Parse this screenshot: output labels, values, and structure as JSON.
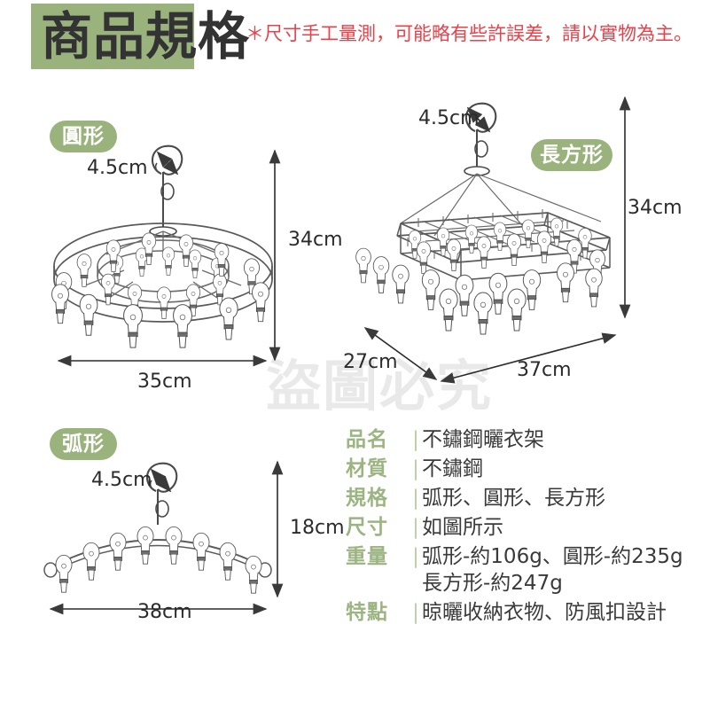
{
  "header": {
    "title": "商品規格",
    "note": "＊尺寸手工量測，可能略有些許誤差，請以實物為主。",
    "band_color": "#9ab37d",
    "note_color": "#e8414a"
  },
  "watermark": {
    "text": "盜圖必究",
    "color": "#e9e9e9"
  },
  "badges": {
    "circle": "圓形",
    "rectangle": "長方形",
    "arc": "弧形",
    "color": "#9ab37d",
    "text_color": "#ffffff"
  },
  "diagrams": [
    {
      "id": "circle",
      "shape_label": "圓形",
      "hook_diameter": "4.5cm",
      "height": "34cm",
      "width": "35cm",
      "clip_count": 20
    },
    {
      "id": "rectangle",
      "shape_label": "長方形",
      "hook_diameter": "4.5cm",
      "height": "34cm",
      "width": "37cm",
      "depth": "27cm",
      "clip_count": 32
    },
    {
      "id": "arc",
      "shape_label": "弧形",
      "hook_diameter": "4.5cm",
      "height": "18cm",
      "width": "38cm",
      "clip_count": 8
    }
  ],
  "spec": {
    "divider": "|",
    "label_color": "#9cb482",
    "rows": [
      {
        "label": "品名",
        "value": "不鏽鋼曬衣架"
      },
      {
        "label": "材質",
        "value": "不鏽鋼"
      },
      {
        "label": "規格",
        "value": "弧形、圓形、長方形"
      },
      {
        "label": "尺寸",
        "value": "如圖所示"
      },
      {
        "label": "重量",
        "value_line1": "弧形-約106g、圓形-約235g",
        "value_line2": "長方形-約247g"
      },
      {
        "label": "特點",
        "value": "晾曬收納衣物、防風扣設計"
      }
    ]
  }
}
